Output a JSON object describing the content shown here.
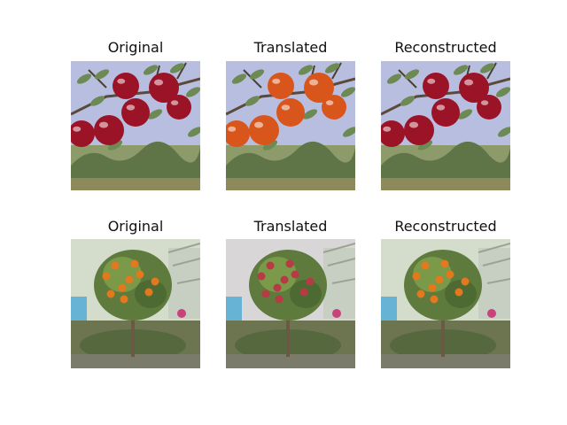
{
  "rows": [
    {
      "panels": [
        {
          "title": "Original",
          "fruit_color": "#9b1326"
        },
        {
          "title": "Translated",
          "fruit_color": "#d8561c"
        },
        {
          "title": "Reconstructed",
          "fruit_color": "#9b1326"
        }
      ]
    },
    {
      "panels": [
        {
          "title": "Original",
          "fruit_color": "#e3781c"
        },
        {
          "title": "Translated",
          "fruit_color": "#b83a44"
        },
        {
          "title": "Reconstructed",
          "fruit_color": "#e3781c"
        }
      ]
    }
  ]
}
